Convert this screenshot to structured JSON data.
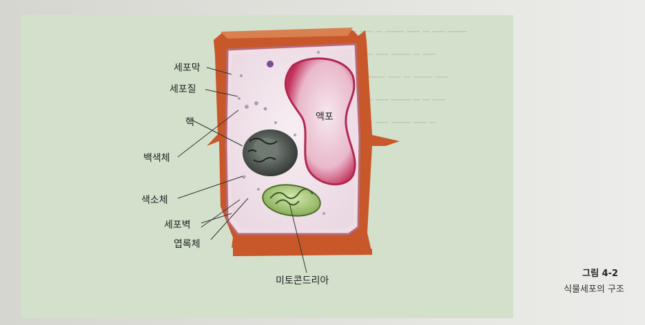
{
  "figure": {
    "labels": {
      "cell_membrane": "세포막",
      "cytoplasm": "세포질",
      "nucleus": "핵",
      "leucoplast": "백색체",
      "chromoplast": "색소체",
      "cell_wall": "세포벽",
      "chloroplast": "엽록체",
      "mitochondria": "미토콘드리아",
      "vacuole": "액포"
    },
    "colors": {
      "cell_wall": "#c8572a",
      "cytoplasm": "#f2e6ee",
      "vacuole": "#c2305a",
      "nucleus": "#3f4540",
      "chloroplast": "#9cc06e",
      "panel": "#d3e0cc"
    }
  },
  "caption": {
    "title": "그림 4-2",
    "subtitle": "식물세포의 구조"
  }
}
